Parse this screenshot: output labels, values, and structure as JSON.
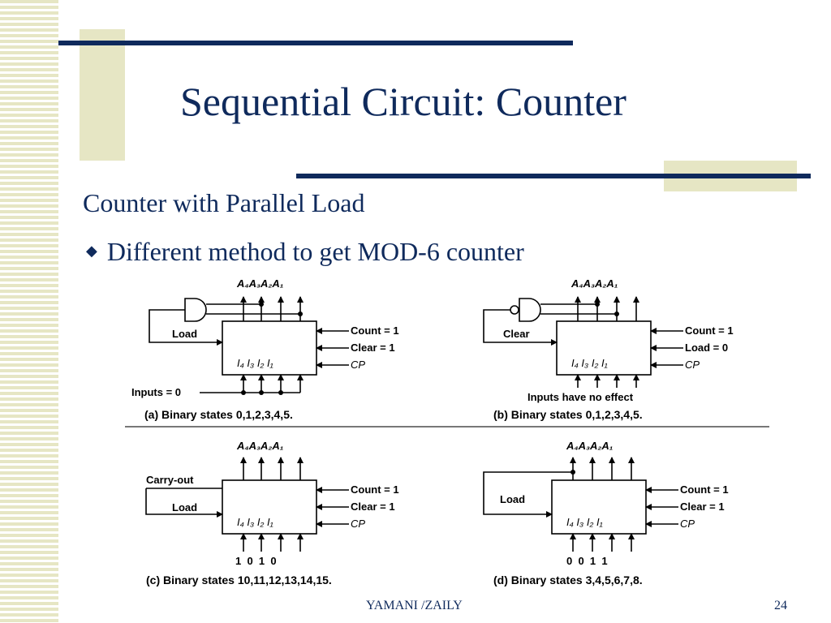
{
  "slide": {
    "title": "Sequential Circuit: Counter",
    "subheading": "Counter with Parallel Load",
    "bullet": "Different method to get MOD-6 counter",
    "footer_author": "YAMANI /ZAILY",
    "page_number": "24"
  },
  "colors": {
    "title": "#0f2a5c",
    "accent_navy": "#0f2a5c",
    "accent_tan": "#e6e6c4"
  },
  "figure": {
    "panels": [
      {
        "outputs_label": "A₄A₃A₂A₁",
        "inputs_label": "I₄ I₃ I₂ I₁",
        "feedback_label": "Load",
        "right_labels": [
          "Count = 1",
          "Clear = 1",
          "CP"
        ],
        "bottom_note": "Inputs = 0",
        "caption": "(a) Binary states 0,1,2,3,4,5."
      },
      {
        "outputs_label": "A₄A₃A₂A₁",
        "inputs_label": "I₄ I₃ I₂ I₁",
        "feedback_label": "Clear",
        "right_labels": [
          "Count = 1",
          "Load = 0",
          "CP"
        ],
        "bottom_note": "Inputs have no effect",
        "caption": "(b) Binary states 0,1,2,3,4,5."
      },
      {
        "outputs_label": "A₄A₃A₂A₁",
        "inputs_label": "I₄ I₃ I₂ I₁",
        "carry_label": "Carry-out",
        "feedback_label": "Load",
        "right_labels": [
          "Count = 1",
          "Clear = 1",
          "CP"
        ],
        "input_values": "1  0  1  0",
        "caption": "(c) Binary states 10,11,12,13,14,15."
      },
      {
        "outputs_label": "A₄A₃A₂A₁",
        "inputs_label": "I₄ I₃ I₂ I₁",
        "feedback_label": "Load",
        "right_labels": [
          "Count = 1",
          "Clear = 1",
          "CP"
        ],
        "input_values": "0  0  1  1",
        "caption": "(d) Binary states 3,4,5,6,7,8."
      }
    ]
  }
}
